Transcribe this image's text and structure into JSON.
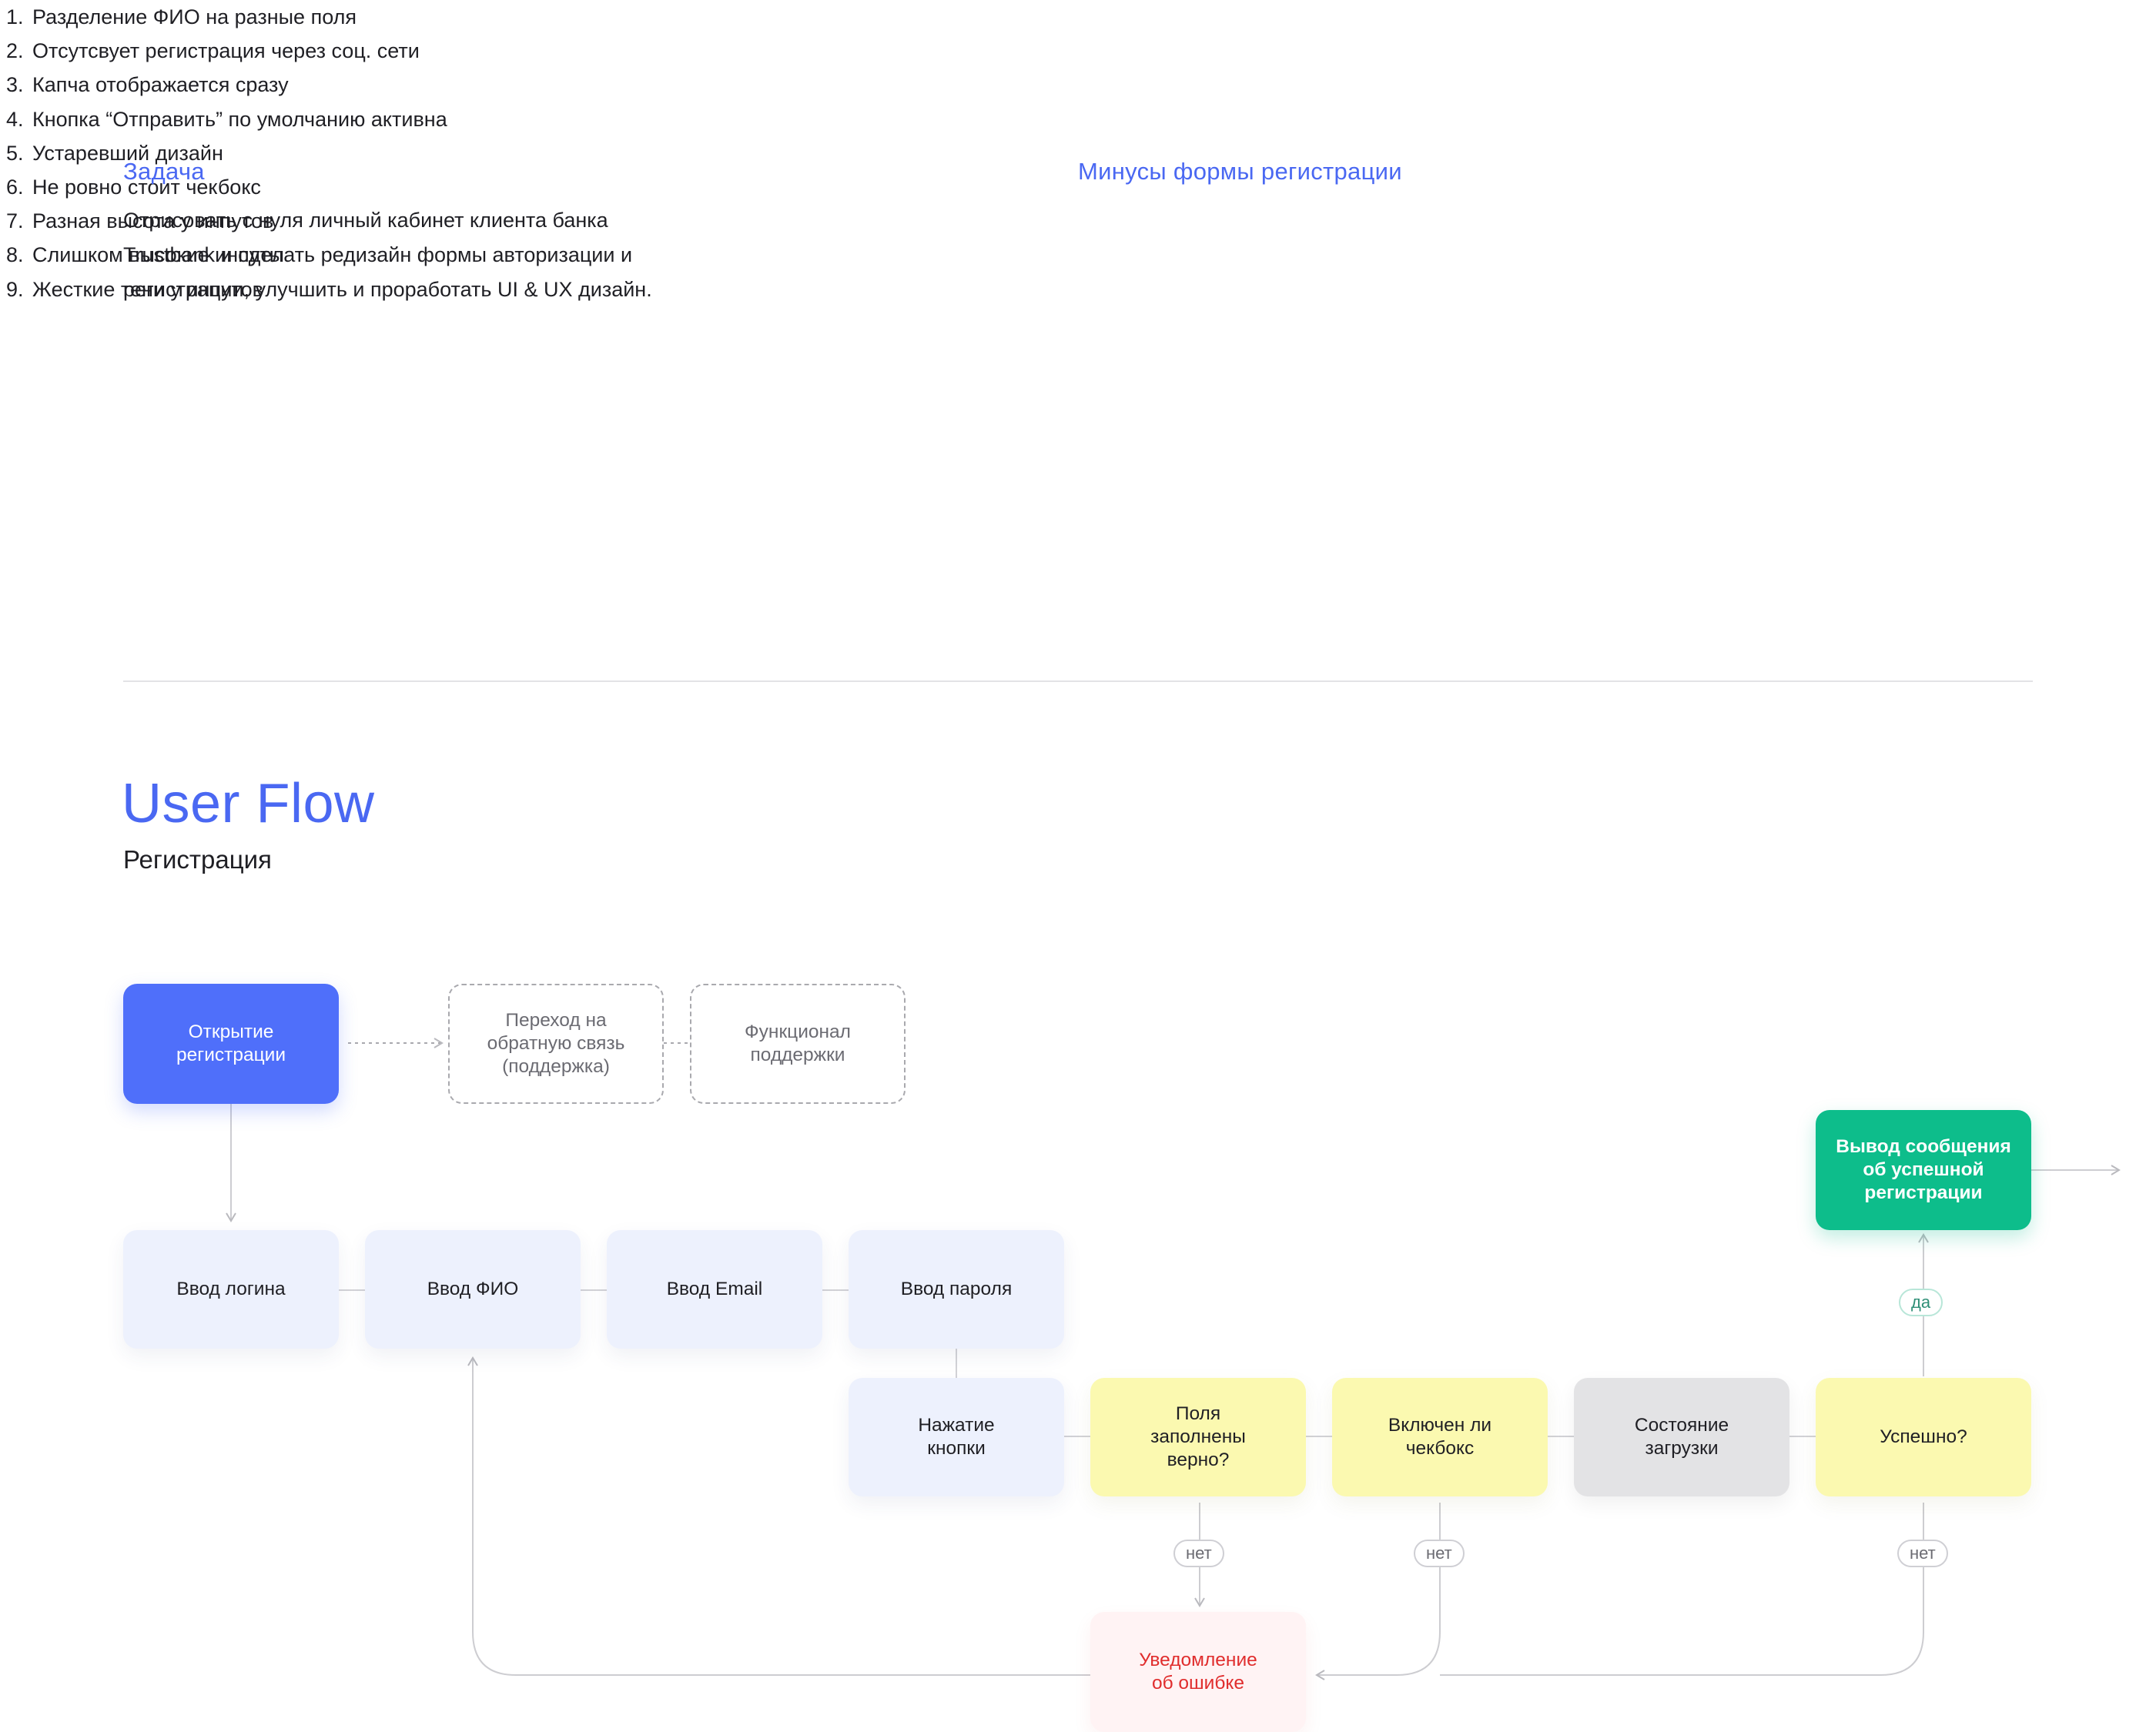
{
  "task": {
    "title": "Задача",
    "lines": [
      "Отрисовать с нуля личный кабинет клиента банка",
      "Trustbank и сделать редизайн формы авторизации и",
      "регистрации, улучшить и проработать UI & UX дизайн."
    ]
  },
  "cons": {
    "title": "Минусы формы регистрации",
    "items": [
      {
        "num": "1.",
        "text": "Разделение ФИО на разные поля"
      },
      {
        "num": "2.",
        "text": "Отсутсвует регистрация через соц. сети"
      },
      {
        "num": "3.",
        "text": "Капча отображается сразу"
      },
      {
        "num": "4.",
        "text": "Кнопка “Отправить” по умолчанию активна"
      },
      {
        "num": "5.",
        "text": "Устаревший дизайн"
      },
      {
        "num": "6.",
        "text": "Не ровно стоит чекбокс"
      },
      {
        "num": "7.",
        "text": "Разная высота у инпутов"
      },
      {
        "num": "8.",
        "text": "Слишком высокие инпуты"
      },
      {
        "num": "9.",
        "text": "Жесткие тени у инпутов"
      }
    ]
  },
  "userflow": {
    "title": "User Flow",
    "subtitle": "Регистрация"
  },
  "flow": {
    "open_registration": [
      "Открытие",
      "регистрации"
    ],
    "feedback_transition": [
      "Переход на",
      "обратную связь",
      "(поддержка)"
    ],
    "support_functionality": [
      "Функционал",
      "поддержки"
    ],
    "login_input": "Ввод логина",
    "fio_input": "Ввод ФИО",
    "email_input": "Ввод Email",
    "password_input": "Ввод пароля",
    "button_press": [
      "Нажатие",
      "кнопки"
    ],
    "fields_valid": [
      "Поля",
      "заполнены",
      "верно?"
    ],
    "checkbox_enabled": [
      "Включен ли",
      "чекбокс"
    ],
    "loading_state": [
      "Состояние",
      "загрузки"
    ],
    "success_check": "Успешно?",
    "success_message": [
      "Вывод сообщения",
      "об успешной",
      "регистрации"
    ],
    "error_notification": [
      "Уведомление",
      "об ошибке"
    ],
    "label_no": "нет",
    "label_yes": "да"
  },
  "colors": {
    "accent": "#4a68f2",
    "primary_node": "#4f6ffa",
    "success_node": "#0dbd8b",
    "decision_node": "#fbf9b0",
    "input_node": "#edf1fd",
    "loading_node": "#e3e3e5",
    "error_text": "#e02d2d"
  }
}
